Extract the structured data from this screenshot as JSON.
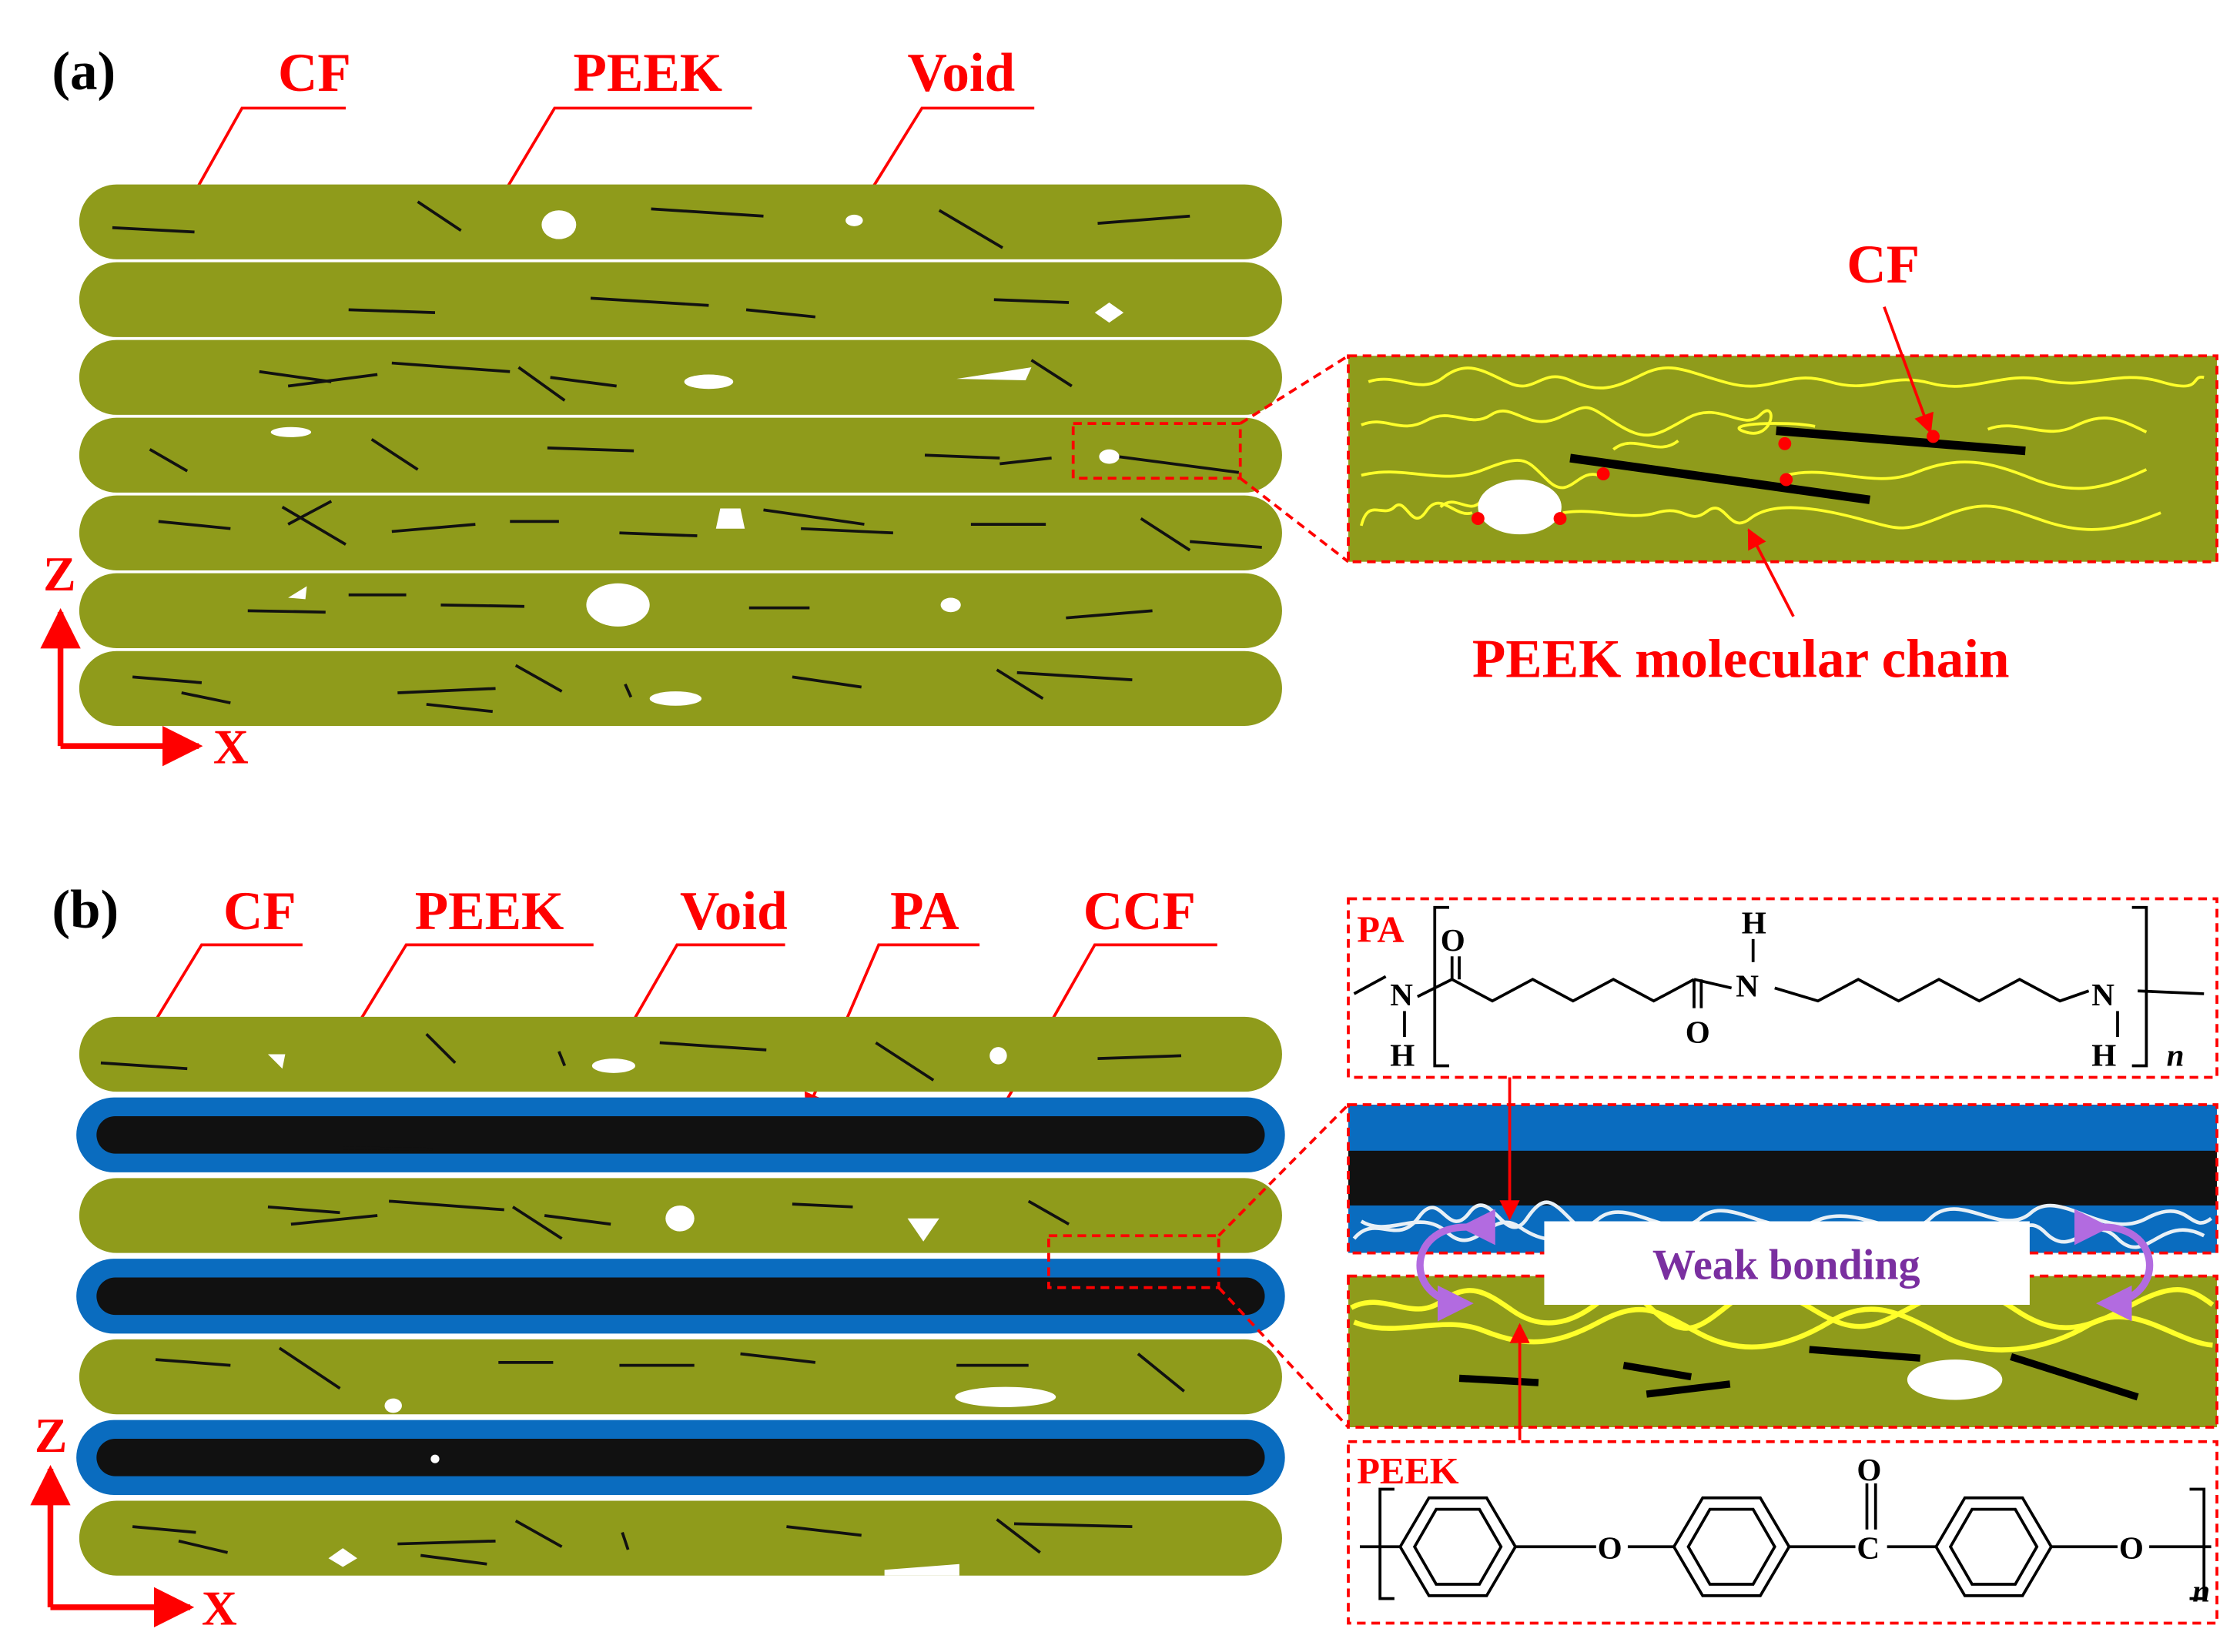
{
  "panel_a": {
    "letter": "(a)",
    "labels": {
      "cf": "CF",
      "peek": "PEEK",
      "void": "Void"
    },
    "axes": {
      "z": "Z",
      "x": "X"
    },
    "inset": {
      "cf": "CF",
      "chain": "PEEK molecular chain"
    }
  },
  "panel_b": {
    "letter": "(b)",
    "labels": {
      "cf": "CF",
      "peek": "PEEK",
      "void": "Void",
      "pa": "PA",
      "ccf": "CCF"
    },
    "axes": {
      "z": "Z",
      "x": "X"
    },
    "interface": {
      "bonding": "Weak  bonding"
    },
    "pa_structure": {
      "name": "PA",
      "atoms": {
        "o1": "O",
        "n1": "N",
        "h1": "H",
        "h2": "H",
        "n2": "N",
        "o2": "O",
        "n3": "N",
        "h3": "H",
        "repeat": "n"
      }
    },
    "peek_structure": {
      "name": "PEEK",
      "atoms": {
        "o1": "O",
        "o_carbonyl": "O",
        "c": "C",
        "o2": "O",
        "repeat": "n"
      }
    }
  },
  "colors": {
    "matrix": "#8f9b1b",
    "annotation": "#ff0000",
    "void": "#ffffff",
    "fiber": "#111111",
    "pa_coating": "#0a6cbf",
    "ccf_core": "#111111",
    "peek_chain": "#ffff2a",
    "pa_chain": "#e8f0f6",
    "bond_arrow": "#b26be0",
    "bond_text": "#7a2fa0"
  }
}
